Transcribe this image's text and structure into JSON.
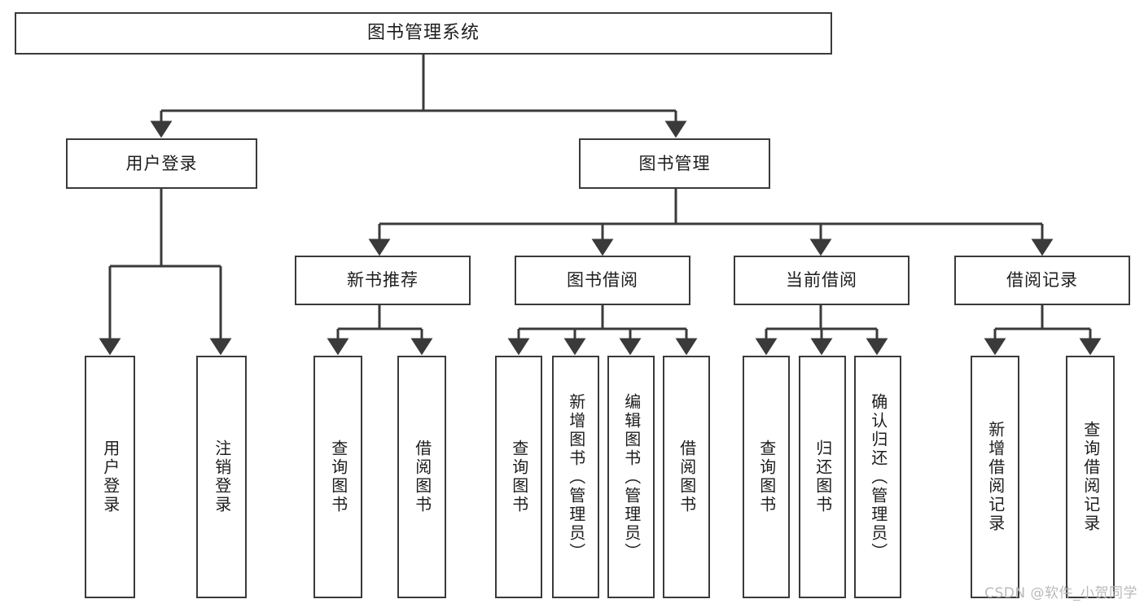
{
  "diagram": {
    "title": "图书管理系统",
    "watermark": "CSDN @软件_小贺同学",
    "colors": {
      "stroke": "#3a3a3a",
      "fill": "#ffffff",
      "text": "#1d1d1d",
      "watermark": "#b9b9b9"
    },
    "nodes": {
      "root": {
        "label": "图书管理系统"
      },
      "level2": [
        {
          "id": "user-login",
          "label": "用户登录"
        },
        {
          "id": "book-manage",
          "label": "图书管理"
        }
      ],
      "level3": [
        {
          "id": "new-book-rec",
          "label": "新书推荐"
        },
        {
          "id": "book-borrow",
          "label": "图书借阅"
        },
        {
          "id": "current-borrow",
          "label": "当前借阅"
        },
        {
          "id": "borrow-record",
          "label": "借阅记录"
        }
      ],
      "leaves": [
        {
          "id": "leaf-user-login",
          "label": "用户登录",
          "parent": "user-login"
        },
        {
          "id": "leaf-user-logout",
          "label": "注销登录",
          "parent": "user-login"
        },
        {
          "id": "leaf-query-book-1",
          "label": "查询图书",
          "parent": "new-book-rec"
        },
        {
          "id": "leaf-borrow-book-1",
          "label": "借阅图书",
          "parent": "new-book-rec"
        },
        {
          "id": "leaf-query-book-2",
          "label": "查询图书",
          "parent": "book-borrow"
        },
        {
          "id": "leaf-add-book",
          "label": "新增图书（管理员）",
          "parent": "book-borrow"
        },
        {
          "id": "leaf-edit-book",
          "label": "编辑图书（管理员）",
          "parent": "book-borrow"
        },
        {
          "id": "leaf-borrow-book-2",
          "label": "借阅图书",
          "parent": "book-borrow"
        },
        {
          "id": "leaf-query-book-3",
          "label": "查询图书",
          "parent": "current-borrow"
        },
        {
          "id": "leaf-return-book",
          "label": "归还图书",
          "parent": "current-borrow"
        },
        {
          "id": "leaf-confirm-return",
          "label": "确认归还（管理员）",
          "parent": "current-borrow"
        },
        {
          "id": "leaf-add-record",
          "label": "新增借阅记录",
          "parent": "borrow-record"
        },
        {
          "id": "leaf-query-record",
          "label": "查询借阅记录",
          "parent": "borrow-record"
        }
      ]
    }
  }
}
